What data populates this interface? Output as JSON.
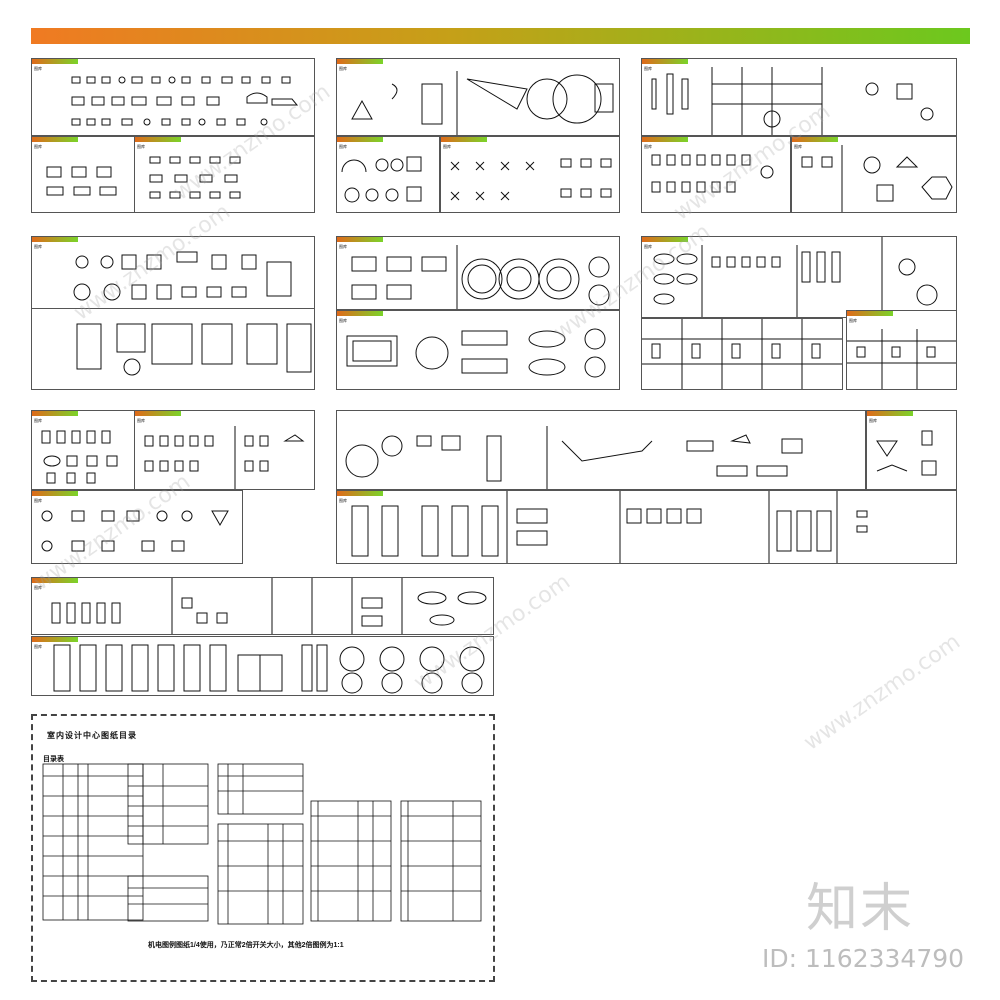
{
  "header": {
    "gradient_start": "#f07a22",
    "gradient_end": "#6cc81e"
  },
  "sheets": [
    {
      "id": "s1",
      "label": "图库"
    },
    {
      "id": "s2",
      "label": "图库"
    },
    {
      "id": "s3",
      "label": "图库"
    },
    {
      "id": "s4",
      "label": "图库"
    },
    {
      "id": "s5",
      "label": "图库"
    },
    {
      "id": "s6",
      "label": "图库"
    },
    {
      "id": "s7",
      "label": "图库"
    },
    {
      "id": "s8",
      "label": "图库"
    },
    {
      "id": "s9",
      "label": "图库"
    },
    {
      "id": "s10",
      "label": "图库"
    },
    {
      "id": "s11",
      "label": "图库"
    },
    {
      "id": "s12",
      "label": "图库"
    },
    {
      "id": "s13",
      "label": "图库"
    },
    {
      "id": "s14",
      "label": "图库"
    },
    {
      "id": "s15",
      "label": "图库"
    },
    {
      "id": "s16",
      "label": "图库"
    },
    {
      "id": "s17",
      "label": "图库"
    },
    {
      "id": "s18",
      "label": "图库"
    },
    {
      "id": "s19",
      "label": "图库"
    },
    {
      "id": "s20",
      "label": "图库"
    },
    {
      "id": "s21",
      "label": "图库"
    },
    {
      "id": "s22",
      "label": "图库"
    },
    {
      "id": "s23",
      "label": "图库"
    },
    {
      "id": "s24",
      "label": "图库"
    }
  ],
  "catalog": {
    "title": "室内设计中心图纸目录",
    "subtitle": "目录表",
    "footnote": "机电图例图纸1/4使用，乃正常2倍开关大小，其他2倍图例为1:1"
  },
  "watermark": {
    "text": "www.znzmo.com"
  },
  "brand": {
    "logo": "知末",
    "id_text": "ID: 1162334790"
  }
}
